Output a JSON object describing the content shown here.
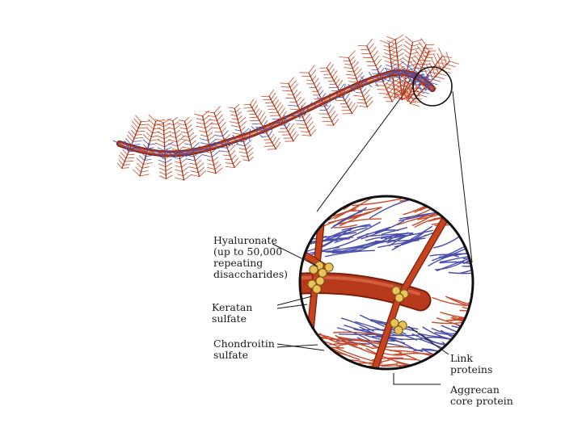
{
  "labels": {
    "hyaluronate": [
      "Hyaluronate",
      "(up to 50,000",
      "repeating",
      "disaccharides)"
    ],
    "keratan": [
      "Keratan",
      "sulfate"
    ],
    "chondroitin": [
      "Chondroitin",
      "sulfate"
    ],
    "link": [
      "Link",
      "proteins"
    ],
    "aggrecan": [
      "Aggrecan",
      "core protein"
    ]
  },
  "colors": {
    "hyaluronate": "#b83a1c",
    "core_protein": "#c4441f",
    "chondroitin": "#c84a2a",
    "keratan": "#4a4ea8",
    "link_protein": "#e9c25a",
    "outline": "#111111"
  }
}
